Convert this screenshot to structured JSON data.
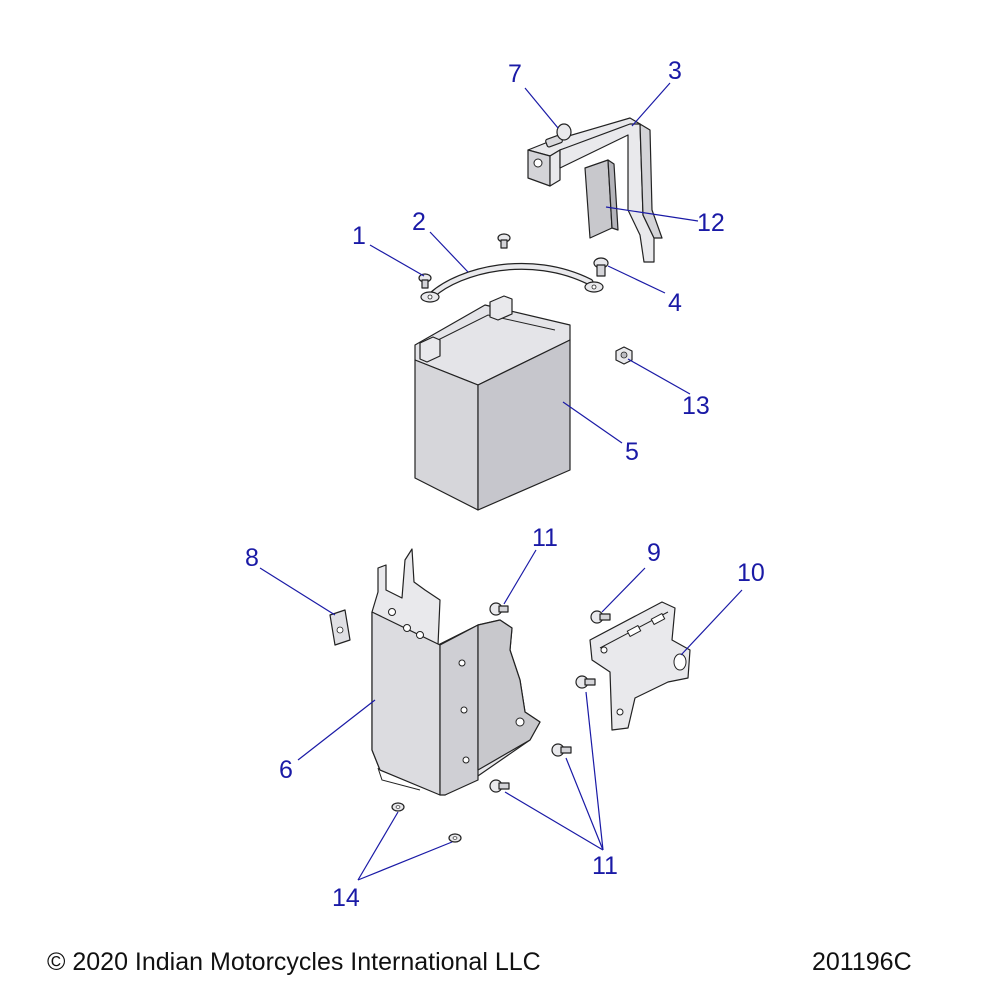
{
  "callouts": {
    "c1": "1",
    "c2": "2",
    "c3": "3",
    "c4": "4",
    "c5": "5",
    "c6": "6",
    "c7": "7",
    "c8": "8",
    "c9": "9",
    "c10": "10",
    "c11a": "11",
    "c11b": "11",
    "c12": "12",
    "c13": "13",
    "c14": "14"
  },
  "footer": {
    "copyright": "© 2020 Indian Motorcycles International LLC",
    "drawing_id": "201196C"
  },
  "colors": {
    "callout": "#1a1aa6",
    "part_fill": "#e9e9ec",
    "part_shade": "#d4d4d8",
    "part_dark": "#bcbcc2",
    "line": "#222222"
  }
}
